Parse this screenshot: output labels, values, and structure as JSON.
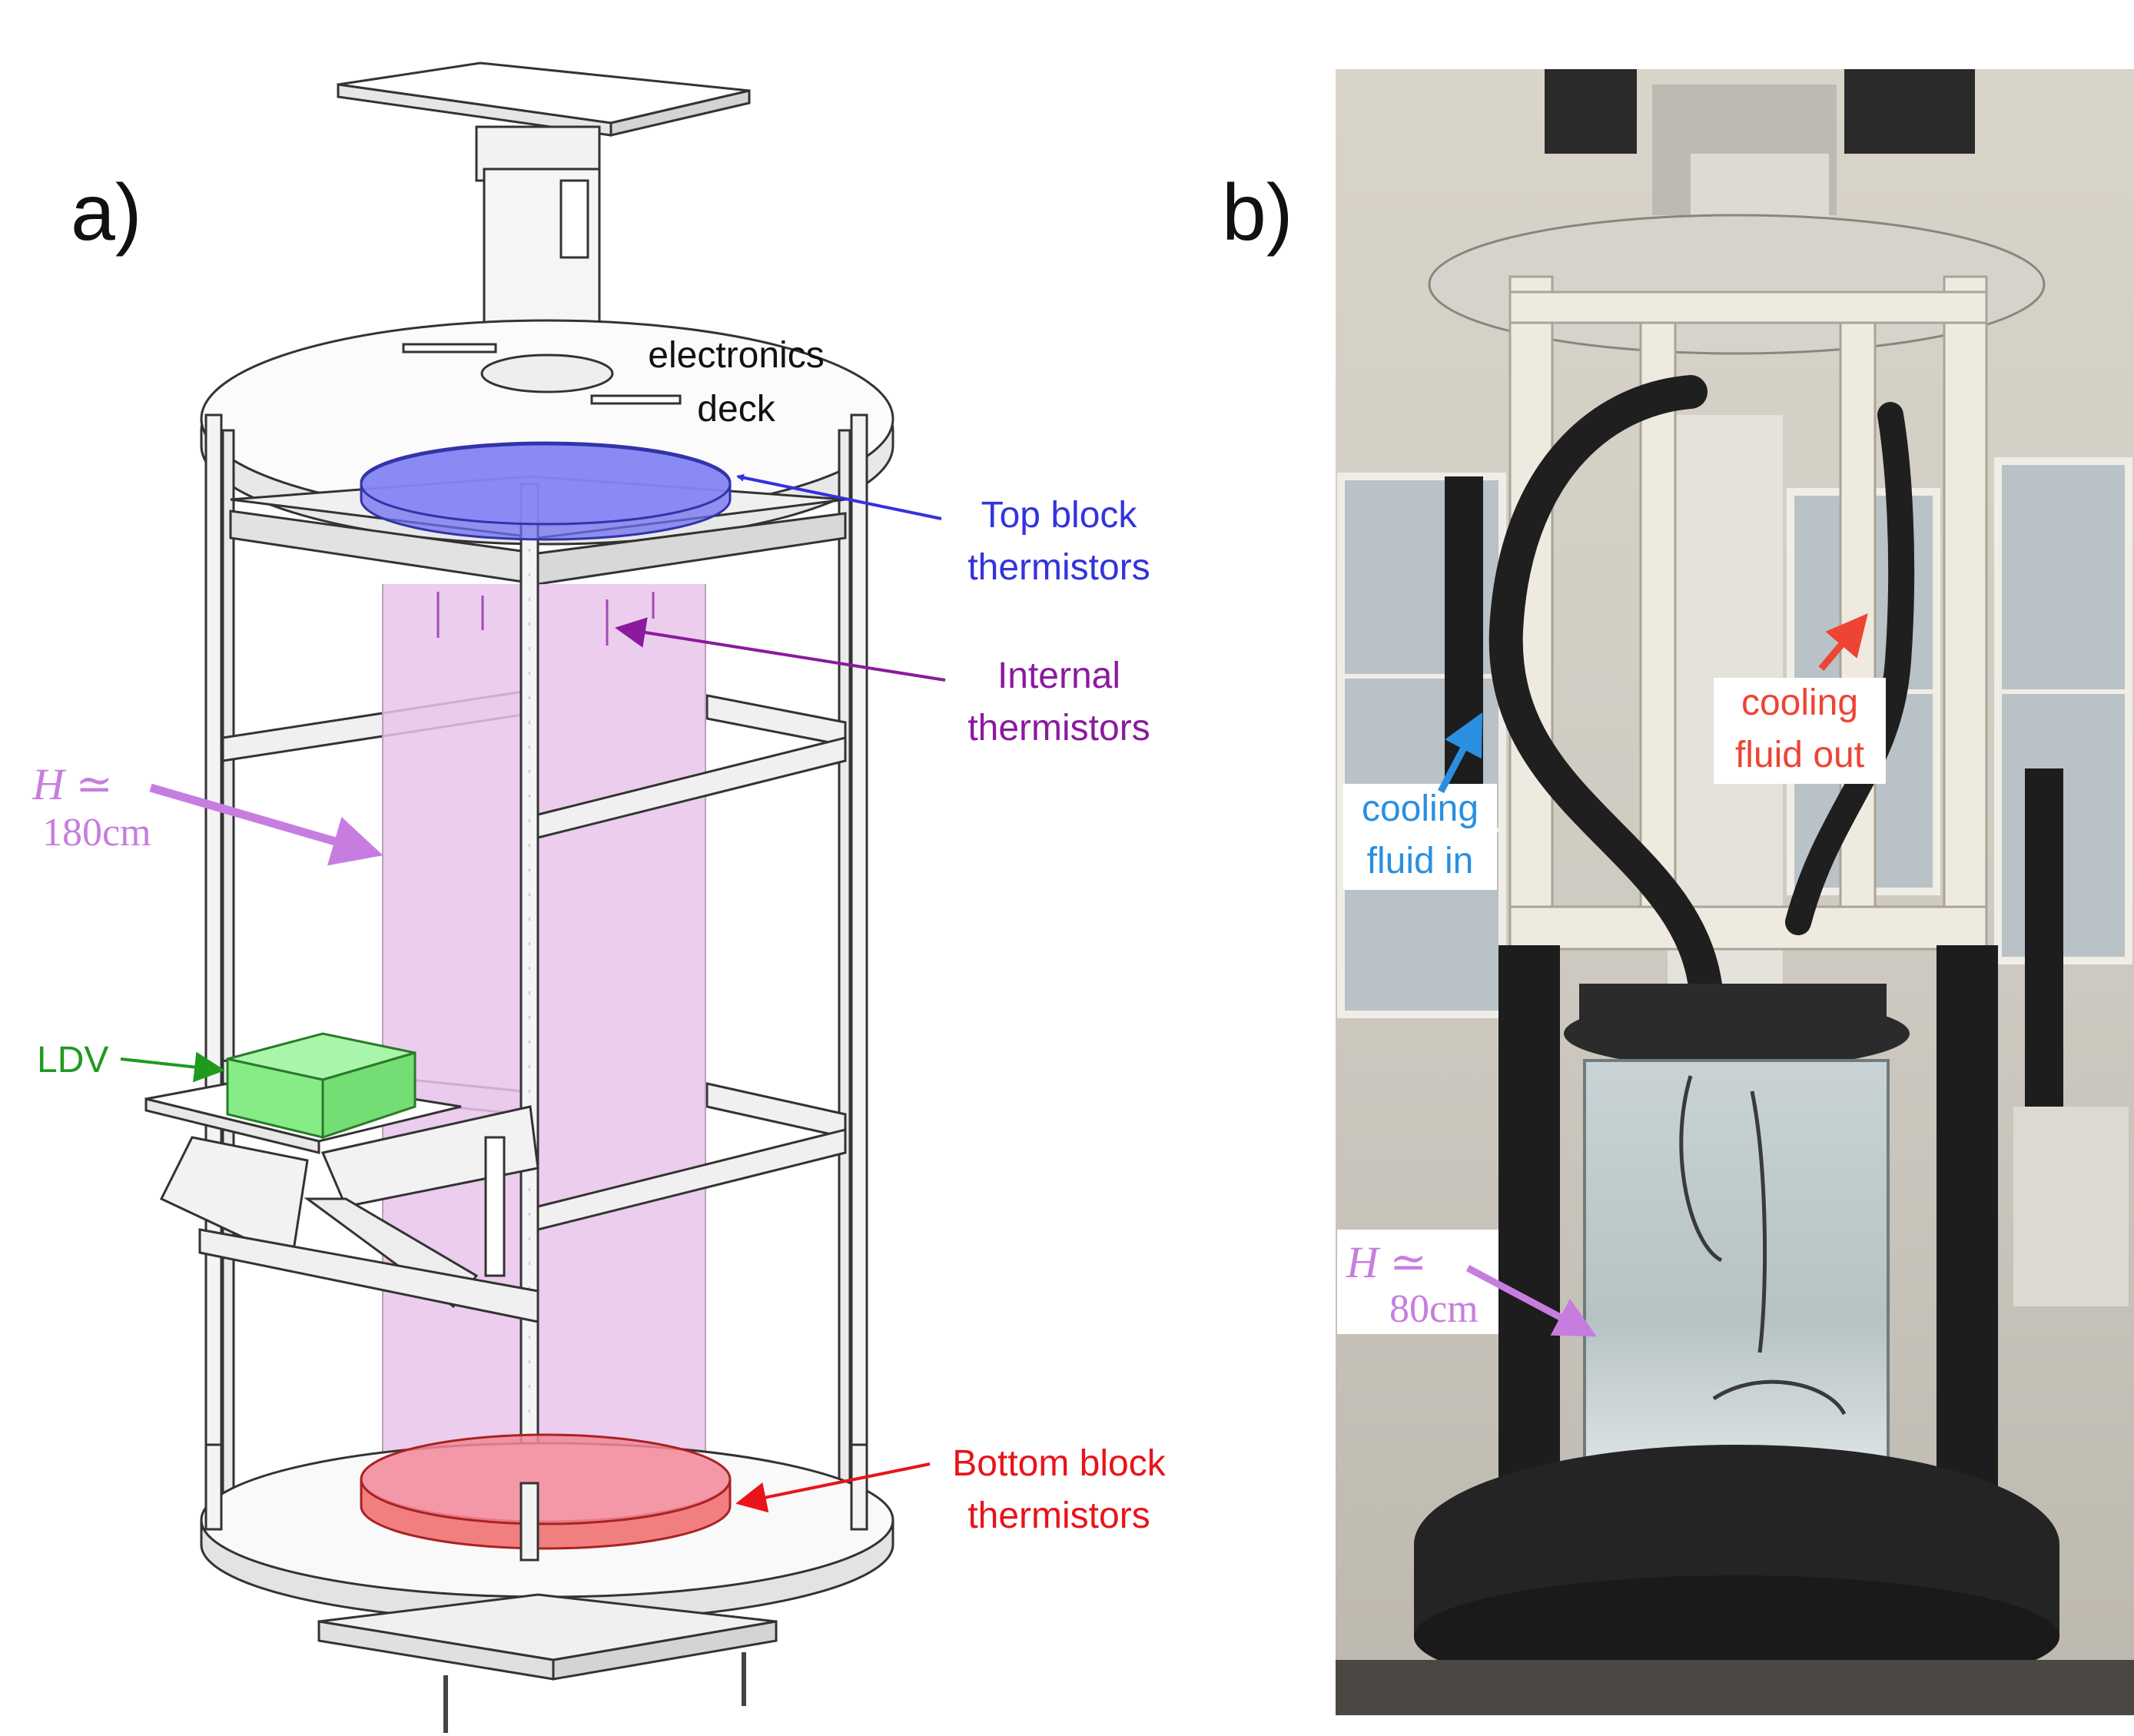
{
  "panels": {
    "a": {
      "letter": "a)",
      "labels": {
        "deck_line1": "electronics",
        "deck_line2": "deck",
        "top_line1": "Top block",
        "top_line2": "thermistors",
        "internal_line1": "Internal",
        "internal_line2": "thermistors",
        "height_var": "H ≃",
        "height_val": "180cm",
        "ldv": "LDV",
        "bottom_line1": "Bottom block",
        "bottom_line2": "thermistors"
      }
    },
    "b": {
      "letter": "b)",
      "labels": {
        "in_line1": "cooling",
        "in_line2": "fluid in",
        "out_line1": "cooling",
        "out_line2": "fluid out",
        "height_var": "H ≃",
        "height_val": "80cm"
      }
    }
  },
  "colors": {
    "top_block": "#3333dd",
    "internal": "#8b1a9e",
    "height": "#c77ddf",
    "ldv": "#1f9a1f",
    "bottom_block": "#e8141a",
    "cooling_in": "#2a8fe0",
    "cooling_out": "#ee4433",
    "column_fill": "#e9c4ea",
    "ldv_box": "#8ef08e"
  }
}
